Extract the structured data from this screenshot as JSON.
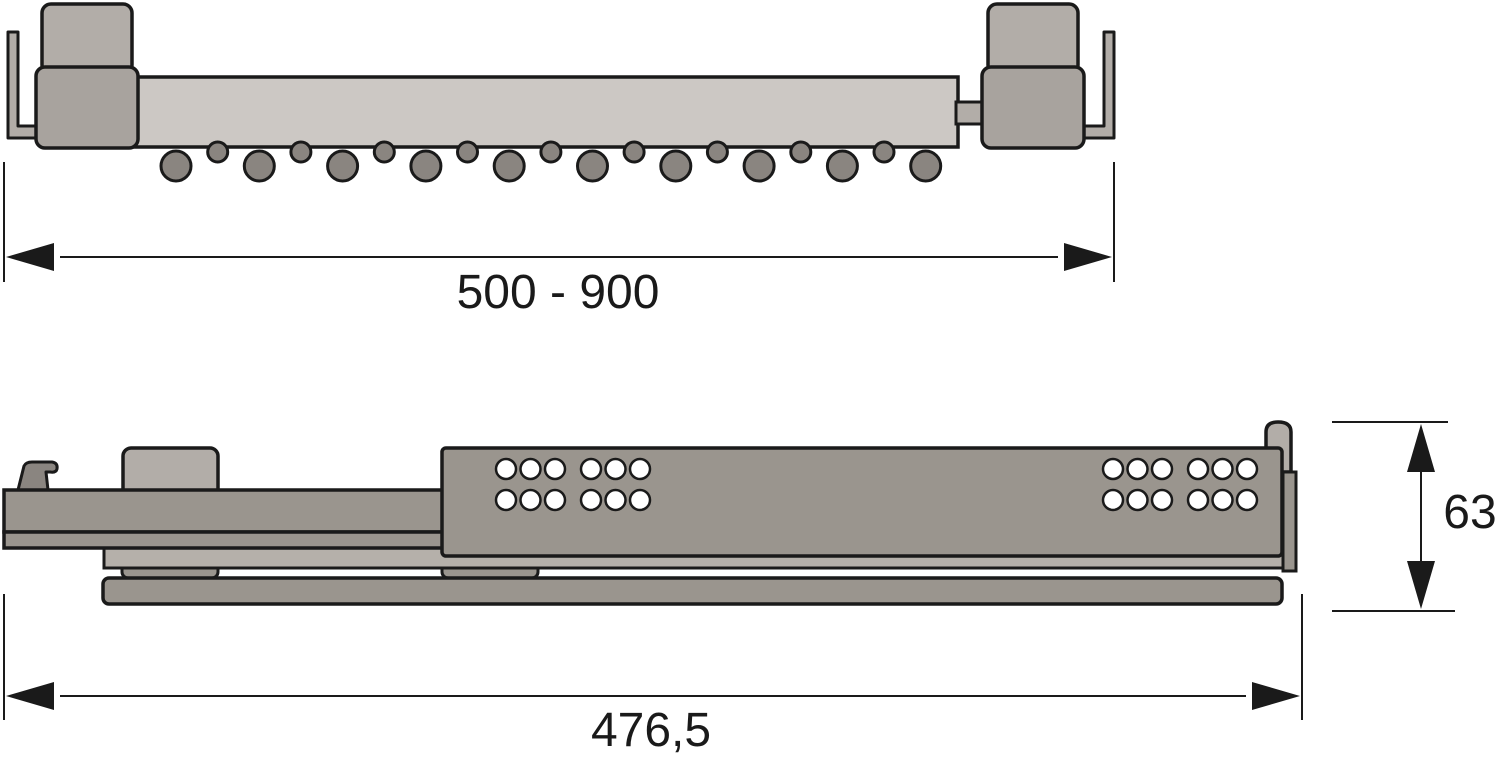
{
  "top_view": {
    "width_label": "500 - 900",
    "hanger_ball_count": 10,
    "small_ball_count": 9
  },
  "side_view": {
    "length_label": "476,5",
    "height_label": "63"
  },
  "colors": {
    "outline": "#1a1a1a",
    "bar_light": "#ccc8c4",
    "block_gray": "#b2ada8",
    "block_gray_dark": "#a8a39e",
    "ball_gray": "#8a8580",
    "rail_gray": "#9a958e",
    "rail_gray_light": "#b5b0aa",
    "background": "#ffffff"
  }
}
